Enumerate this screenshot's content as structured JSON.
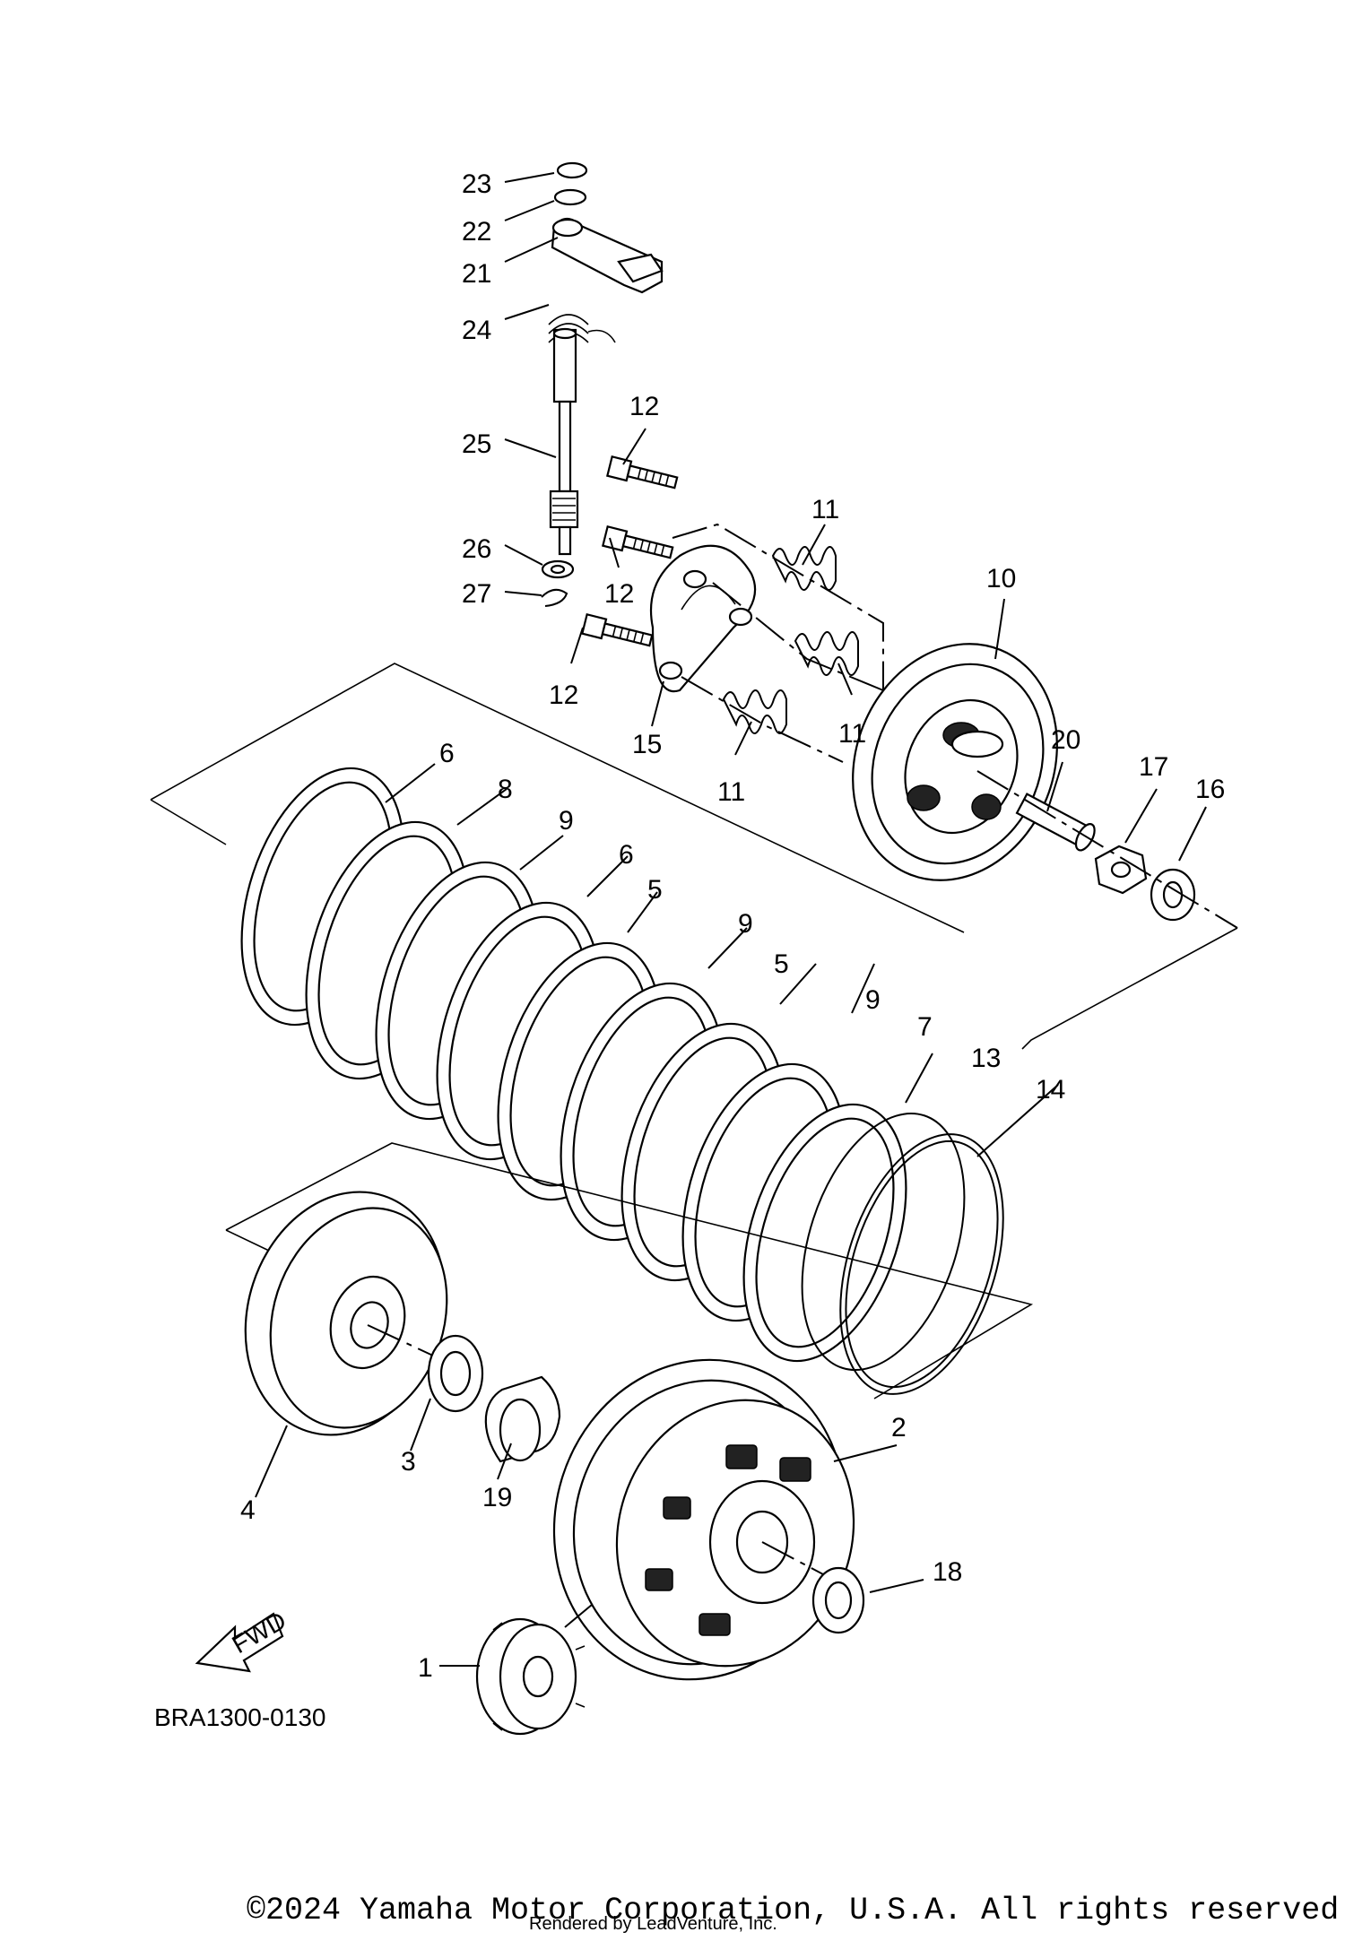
{
  "diagram": {
    "callouts": [
      "1",
      "2",
      "3",
      "4",
      "5",
      "5",
      "6",
      "6",
      "7",
      "8",
      "9",
      "9",
      "9",
      "10",
      "11",
      "11",
      "11",
      "12",
      "12",
      "12",
      "13",
      "14",
      "15",
      "16",
      "17",
      "18",
      "19",
      "20",
      "21",
      "22",
      "23",
      "24",
      "25",
      "26",
      "27"
    ],
    "diagram_code": "BRA1300-0130",
    "fwd_label": "FWD",
    "copyright": "©2024 Yamaha Motor Corporation, U.S.A. All rights reserved.",
    "rendered_by": "Rendered by LeadVenture, Inc."
  }
}
